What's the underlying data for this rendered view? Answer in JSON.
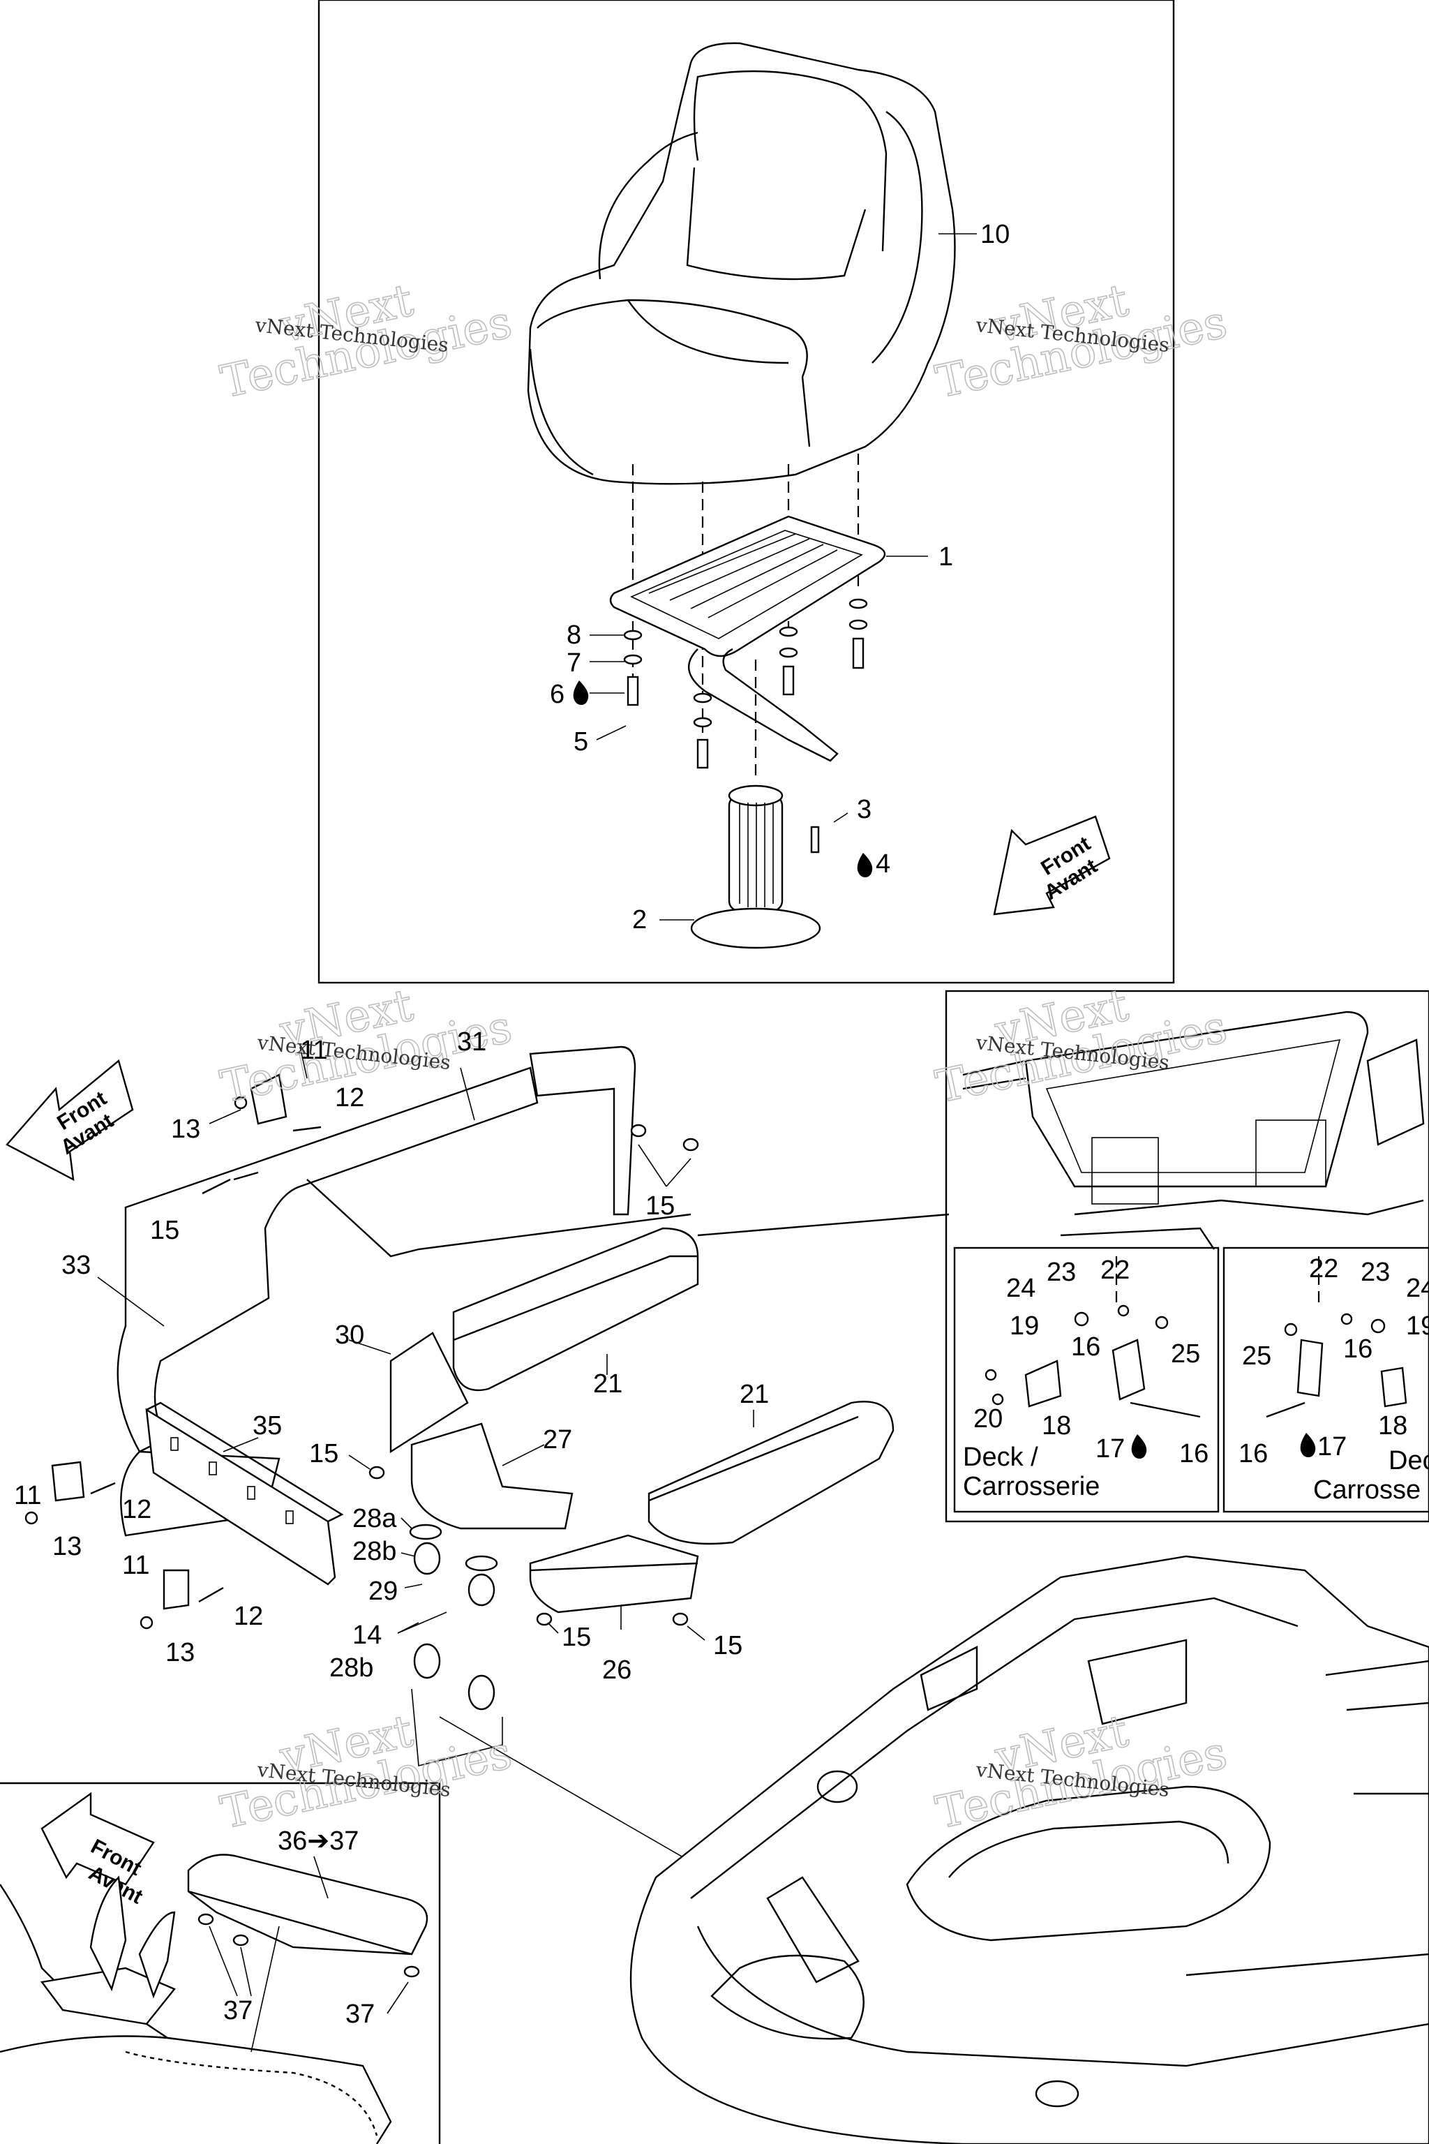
{
  "watermark": {
    "line1": "vNext",
    "line2": "Technologies",
    "small": "vNext Technologies"
  },
  "front_arrow": {
    "en": "Front",
    "fr": "Avant"
  },
  "callouts": [
    {
      "key": "10",
      "text": "10"
    },
    {
      "key": "1",
      "text": "1"
    },
    {
      "key": "8",
      "text": "8"
    },
    {
      "key": "7",
      "text": "7"
    },
    {
      "key": "6",
      "text": "6"
    },
    {
      "key": "5",
      "text": "5"
    },
    {
      "key": "3",
      "text": "3"
    },
    {
      "key": "4",
      "text": "4"
    },
    {
      "key": "2",
      "text": "2"
    },
    {
      "key": "11",
      "text": "11"
    },
    {
      "key": "31",
      "text": "31"
    },
    {
      "key": "12",
      "text": "12"
    },
    {
      "key": "13",
      "text": "13"
    },
    {
      "key": "15",
      "text": "15"
    },
    {
      "key": "33",
      "text": "33"
    },
    {
      "key": "30",
      "text": "30"
    },
    {
      "key": "21",
      "text": "21"
    },
    {
      "key": "35",
      "text": "35"
    },
    {
      "key": "27",
      "text": "27"
    },
    {
      "key": "28a",
      "text": "28a"
    },
    {
      "key": "28b",
      "text": "28b"
    },
    {
      "key": "29",
      "text": "29"
    },
    {
      "key": "14",
      "text": "14"
    },
    {
      "key": "26",
      "text": "26"
    },
    {
      "key": "36-37",
      "text": "36➔37"
    },
    {
      "key": "37",
      "text": "37"
    },
    {
      "key": "23",
      "text": "23"
    },
    {
      "key": "22",
      "text": "22"
    },
    {
      "key": "24",
      "text": "24"
    },
    {
      "key": "19",
      "text": "19"
    },
    {
      "key": "16",
      "text": "16"
    },
    {
      "key": "25",
      "text": "25"
    },
    {
      "key": "20",
      "text": "20"
    },
    {
      "key": "18",
      "text": "18"
    },
    {
      "key": "17",
      "text": "17"
    }
  ],
  "captions": {
    "deck_left_1": "Deck /",
    "deck_left_2": "Carrosserie",
    "deck_right_1": "Dec",
    "deck_right_2": "Carrosse"
  }
}
